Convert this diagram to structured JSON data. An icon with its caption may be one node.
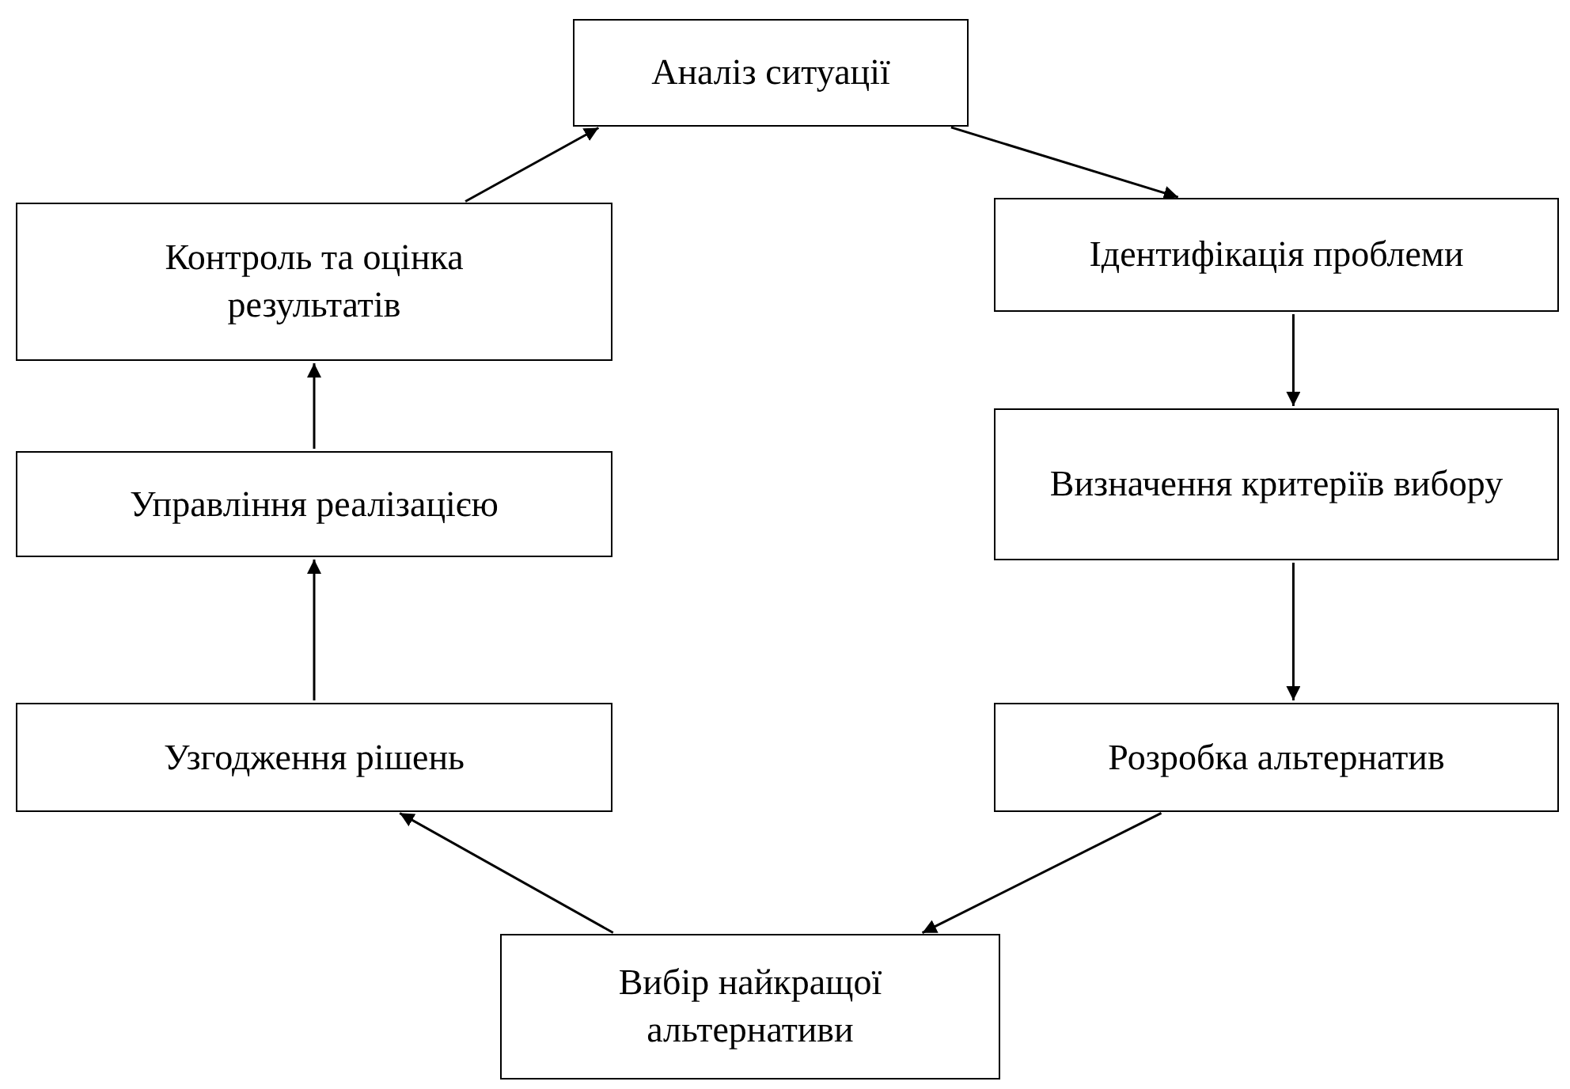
{
  "diagram": {
    "nodes": [
      {
        "text": [
          "Аналіз ситуації"
        ]
      },
      {
        "text": [
          "Ідентифікація проблеми"
        ]
      },
      {
        "text": [
          "Визначення критеріїв вибору"
        ]
      },
      {
        "text": [
          "Розробка альтернатив"
        ]
      },
      {
        "text": [
          "Вибір найкращої альтернативи"
        ]
      },
      {
        "text": [
          "Узгодження рішень"
        ]
      },
      {
        "text": [
          "Управління реалізацією"
        ]
      },
      {
        "text": [
          "Контроль та оцінка результатів"
        ]
      }
    ],
    "edges": [
      {
        "from": 0,
        "to": 1,
        "arrow": "to"
      },
      {
        "from": 1,
        "to": 2,
        "arrow": "to"
      },
      {
        "from": 2,
        "to": 3,
        "arrow": "to"
      },
      {
        "from": 3,
        "to": 4,
        "arrow": "to"
      },
      {
        "from": 4,
        "to": 5,
        "arrow": "to"
      },
      {
        "from": 5,
        "to": 6,
        "arrow": "to"
      },
      {
        "from": 6,
        "to": 7,
        "arrow": "to"
      },
      {
        "from": 7,
        "to": 0,
        "arrow": "to"
      }
    ]
  }
}
